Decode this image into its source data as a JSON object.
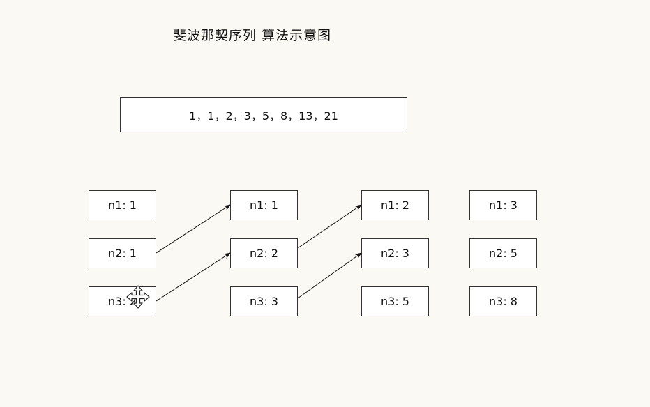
{
  "title": "斐波那契序列 算法示意图",
  "sequence": "1，1，2，3，5，8，13，21",
  "nodes": {
    "c0": {
      "n1": "n1: 1",
      "n2": "n2: 1",
      "n3": "n3: 2"
    },
    "c1": {
      "n1": "n1: 1",
      "n2": "n2: 2",
      "n3": "n3: 3"
    },
    "c2": {
      "n1": "n1: 2",
      "n2": "n2: 3",
      "n3": "n3: 5"
    },
    "c3": {
      "n1": "n1: 3",
      "n2": "n2: 5",
      "n3": "n3: 8"
    }
  },
  "icons": {
    "cursor": "move-cursor-icon"
  }
}
